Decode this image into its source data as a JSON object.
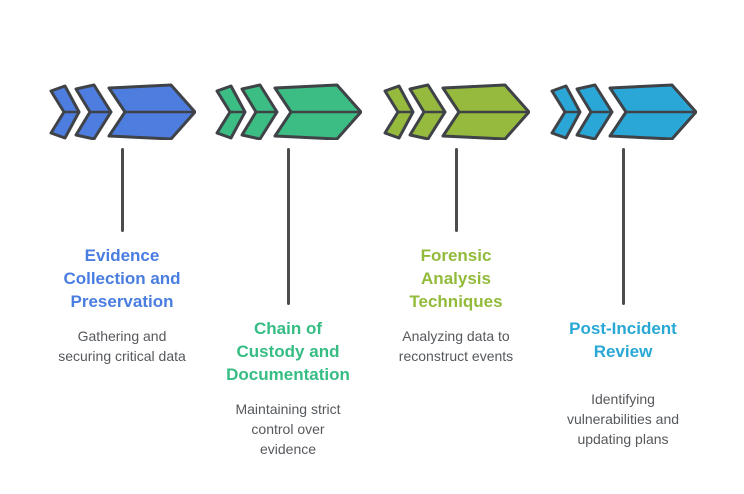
{
  "diagram": {
    "background": "#ffffff",
    "outline_color": "#3f4348",
    "connector_color": "#4c4c4c",
    "description_color": "#55585c",
    "steps": [
      {
        "name": "evidence-collection-and-preservation",
        "fill": "#4e7de0",
        "title_color": "#4a7de0",
        "title": "Evidence\nCollection and\nPreservation",
        "description": "Gathering and\nsecuring critical data"
      },
      {
        "name": "chain-of-custody-and-documentation",
        "fill": "#3cbd84",
        "title_color": "#35bd83",
        "title": "Chain of\nCustody and\nDocumentation",
        "description": "Maintaining strict\ncontrol over\nevidence"
      },
      {
        "name": "forensic-analysis-techniques",
        "fill": "#95ba3e",
        "title_color": "#92bb3c",
        "title": "Forensic\nAnalysis\nTechniques",
        "description": "Analyzing data to\nreconstruct events"
      },
      {
        "name": "post-incident-review",
        "fill": "#2aa7d7",
        "title_color": "#29a8d6",
        "title": "Post-Incident\nReview",
        "description": "Identifying\nvulnerabilities and\nupdating plans"
      }
    ]
  }
}
